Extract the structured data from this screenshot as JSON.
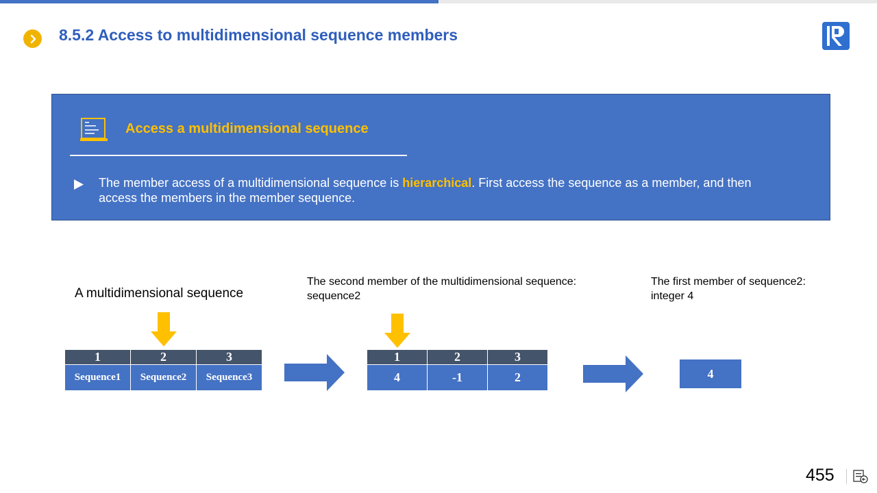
{
  "progress": {
    "fraction": 0.5,
    "color": "#4472c4"
  },
  "header": {
    "title": "8.5.2 Access to multidimensional sequence members",
    "bullet_icon": "chevron-right-icon",
    "logo_icon": "r-logo-icon"
  },
  "info_box": {
    "icon": "blackboard-icon",
    "heading": "Access a multidimensional  sequence",
    "bullet_icon": "play-triangle-icon",
    "text_before": "The member access of a multidimensional sequence is ",
    "text_highlight": "hierarchical",
    "text_after": ". First access the sequence as a member, and then access the members in the member sequence.",
    "colors": {
      "background": "#4472c4",
      "highlight": "#ffc000"
    }
  },
  "diagram": {
    "caption_1": "A multidimensional sequence",
    "caption_2": "The second member of the multidimensional  sequence: sequence2",
    "caption_3": "The first member of sequence2: integer 4",
    "table_1": {
      "headers": [
        "1",
        "2",
        "3"
      ],
      "values": [
        "Sequence1",
        "Sequence2",
        "Sequence3"
      ]
    },
    "table_2": {
      "headers": [
        "1",
        "2",
        "3"
      ],
      "values": [
        "4",
        "-1",
        "2"
      ]
    },
    "result": "4",
    "colors": {
      "header": "#44546a",
      "cell": "#4472c4",
      "pointer": "#ffc000"
    }
  },
  "footer": {
    "page_number": "455",
    "nav_icon": "slide-navigation-icon"
  }
}
